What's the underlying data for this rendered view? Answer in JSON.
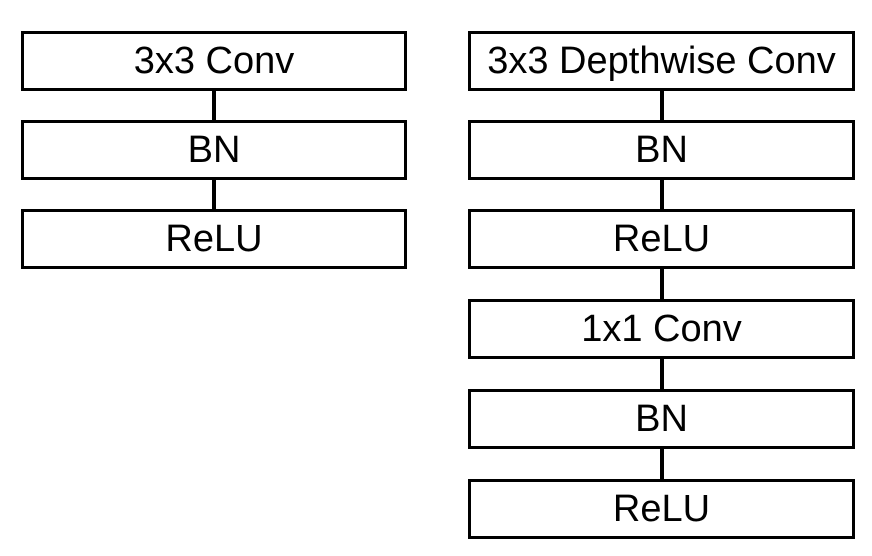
{
  "diagram": {
    "description": "Two convolution block structures shown as stacked layer boxes connected by vertical lines",
    "colors": {
      "background": "#ffffff",
      "box_fill": "#ffffff",
      "box_border": "#000000",
      "text": "#000000",
      "connector": "#000000"
    },
    "blocks": [
      {
        "name": "standard-conv-block",
        "layers": [
          "3x3 Conv",
          "BN",
          "ReLU"
        ]
      },
      {
        "name": "depthwise-separable-conv-block",
        "layers": [
          "3x3 Depthwise Conv",
          "BN",
          "ReLU",
          "1x1 Conv",
          "BN",
          "ReLU"
        ]
      }
    ]
  }
}
